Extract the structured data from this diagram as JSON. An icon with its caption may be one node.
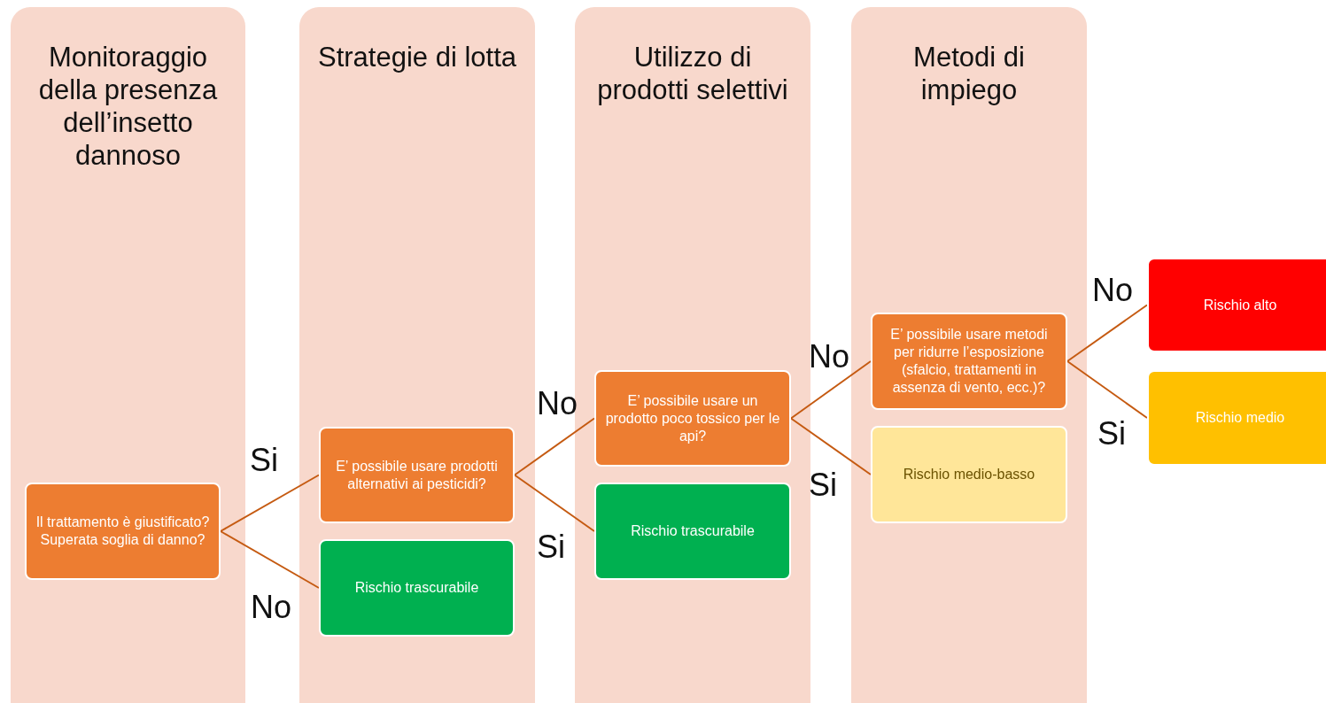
{
  "diagram": {
    "nodes": [
      {
        "text": [
          "Monitoraggio della presenza dell’insetto dannoso"
        ]
      },
      {
        "text": [
          "Il trattamento è giustificato? Superata soglia di danno?"
        ],
        "in": 0
      },
      {
        "text": [
          "Strategie di lotta"
        ]
      },
      {
        "text": [
          "E’ possibile usare prodotti alternativi ai pesticidi?"
        ],
        "in": 2
      },
      {
        "text": [
          "Rischio trascurabile"
        ],
        "in": 2
      },
      {
        "text": [
          "Utilizzo di prodotti selettivi"
        ]
      },
      {
        "text": [
          "E’ possibile usare un prodotto poco tossico per le api?"
        ],
        "in": 5
      },
      {
        "text": [
          "Rischio trascurabile"
        ],
        "in": 5
      },
      {
        "text": [
          "Metodi di impiego"
        ]
      },
      {
        "text": [
          "E’ possibile usare metodi per ridurre l’esposizione (sfalcio, trattamenti in assenza di vento, ecc.)?"
        ],
        "in": 8
      },
      {
        "text": [
          "Rischio medio-basso"
        ],
        "in": 8
      },
      {
        "text": [
          "Rischio alto"
        ]
      },
      {
        "text": [
          "Rischio medio"
        ]
      }
    ],
    "edges": [
      {
        "from": 1,
        "to": 3,
        "arrow": "none",
        "label": "Si"
      },
      {
        "from": 1,
        "to": 4,
        "arrow": "none",
        "label": "No"
      },
      {
        "from": 3,
        "to": 6,
        "arrow": "none",
        "label": "No"
      },
      {
        "from": 3,
        "to": 7,
        "arrow": "none",
        "label": "Si"
      },
      {
        "from": 6,
        "to": 9,
        "arrow": "none",
        "label": "No"
      },
      {
        "from": 6,
        "to": 10,
        "arrow": "none",
        "label": "Si"
      },
      {
        "from": 9,
        "to": 11,
        "arrow": "none",
        "label": "No"
      },
      {
        "from": 9,
        "to": 12,
        "arrow": "none",
        "label": "Si"
      }
    ]
  }
}
